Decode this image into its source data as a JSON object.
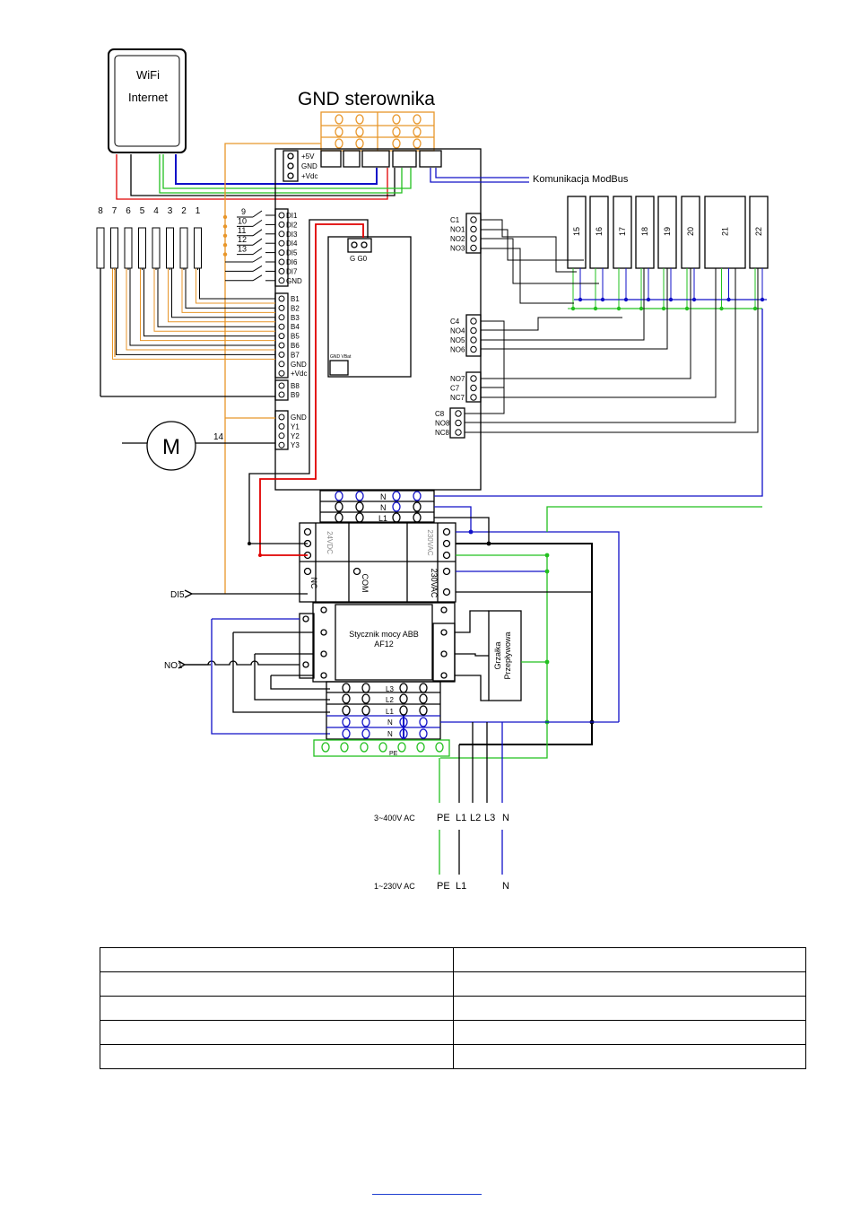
{
  "title": "GND sterownika",
  "wifi_box": {
    "line1": "WiFi",
    "line2": "Internet"
  },
  "modbus_label": "Komunikacja ModBus",
  "controller_top_terminals": [
    "+5V",
    "GND",
    "+Vdc"
  ],
  "digital_inputs": {
    "numbers": [
      "9",
      "10",
      "11",
      "12",
      "13"
    ],
    "labels": [
      "DI1",
      "DI2",
      "DI3",
      "DI4",
      "DI5",
      "DI6",
      "DI7",
      "GND"
    ]
  },
  "analog_inputs": [
    "B1",
    "B2",
    "B3",
    "B4",
    "B5",
    "B6",
    "B7",
    "GND",
    "+Vdc"
  ],
  "b_inputs": [
    "B8",
    "B9"
  ],
  "outputs_y": [
    "GND",
    "Y1",
    "Y2",
    "Y3"
  ],
  "g_terminals": "G G0",
  "vbat_label": "GND VBat",
  "relay_groups": [
    [
      "C1",
      "NO1",
      "NO2",
      "NO3"
    ],
    [
      "C4",
      "NO4",
      "NO5",
      "NO6"
    ],
    [
      "NO7",
      "C7",
      "NC7"
    ],
    [
      "C8",
      "NO8",
      "NC8"
    ]
  ],
  "sensors": [
    "8",
    "7",
    "6",
    "5",
    "4",
    "3",
    "2",
    "1"
  ],
  "motor": {
    "symbol": "M",
    "number": "14"
  },
  "modules": [
    "15",
    "16",
    "17",
    "18",
    "19",
    "20",
    "21",
    "22"
  ],
  "power_supply": {
    "out": "24VDC",
    "in": "230VAC"
  },
  "relay_module": {
    "nc": "NC",
    "com": "COM",
    "coil": "230VAC"
  },
  "di5_label": "DI5",
  "no1_label": "NO1",
  "contactor": {
    "line1": "Stycznik mocy ABB",
    "line2": "AF12"
  },
  "heater": {
    "line1": "Grzałka",
    "line2": "Przepływowa"
  },
  "top_strip_labels": [
    "N",
    "N",
    "L1"
  ],
  "bottom_strip_labels": [
    "L3",
    "L2",
    "L1",
    "N",
    "N"
  ],
  "pe_label": "PE",
  "supply_3ph": {
    "label": "3~400V AC",
    "wires": [
      "PE",
      "L1",
      "L2",
      "L3",
      "N"
    ]
  },
  "supply_1ph": {
    "label": "1~230V AC",
    "wires": [
      "PE",
      "L1",
      "N"
    ]
  },
  "colors": {
    "orange": "#e8962a",
    "red": "#e00000",
    "green": "#22c01f",
    "blue": "#1010c8",
    "black": "#000000"
  },
  "table": {
    "rows": 5,
    "columns": 2
  }
}
